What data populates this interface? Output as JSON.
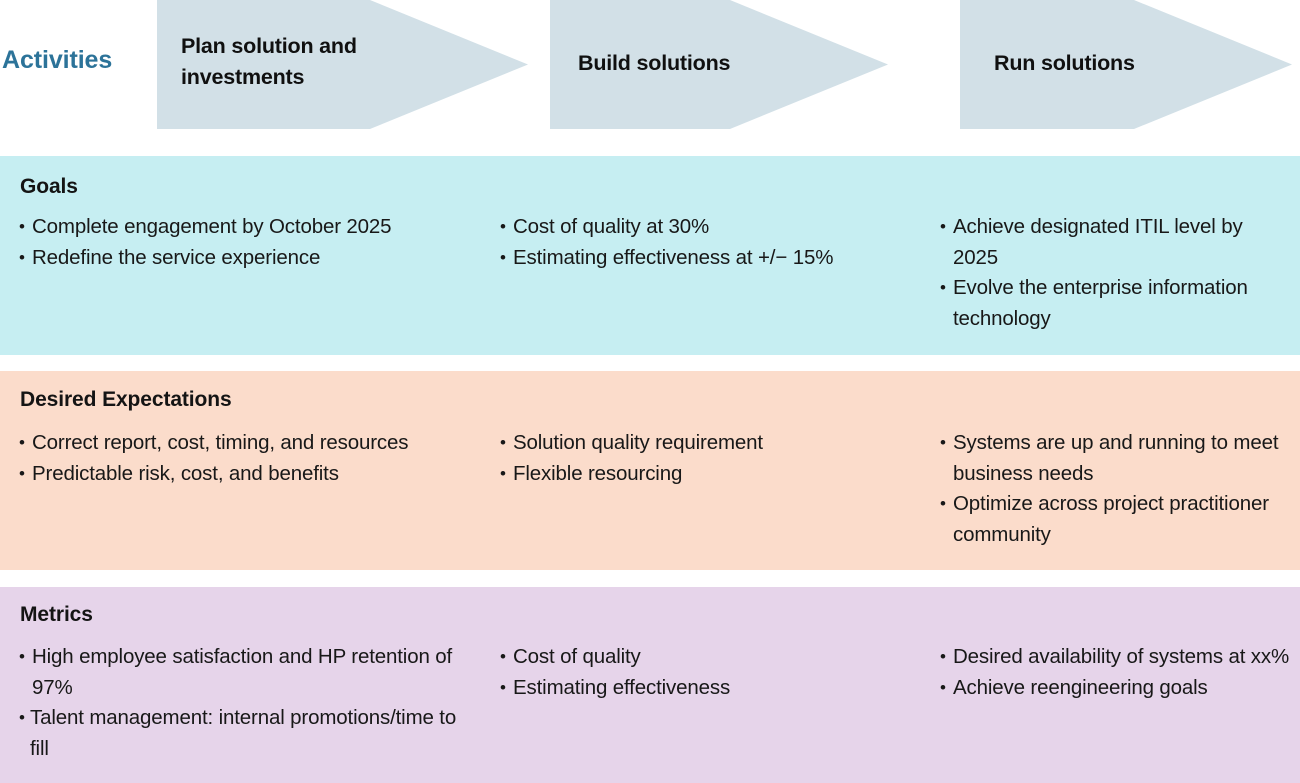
{
  "header": {
    "row_label": "Activities",
    "row_label_color": "#2c7399",
    "arrow_fill": "#d2e0e7",
    "stages": [
      {
        "label": "Plan solution and investments"
      },
      {
        "label": "Build solutions"
      },
      {
        "label": "Run solutions"
      }
    ]
  },
  "bands": [
    {
      "id": "goals",
      "title": "Goals",
      "background": "#c6eef2",
      "columns": [
        {
          "items": [
            "Complete engagement by October 2025",
            "Redefine the service experience"
          ]
        },
        {
          "items": [
            "Cost of quality at 30%",
            "Estimating effectiveness at +/− 15%"
          ]
        },
        {
          "items": [
            "Achieve designated ITIL level by 2025",
            "Evolve the enterprise information technology"
          ]
        }
      ]
    },
    {
      "id": "expectations",
      "title": "Desired Expectations",
      "background": "#fbdccb",
      "columns": [
        {
          "items": [
            "Correct report, cost, timing, and resources",
            "Predictable risk, cost, and benefits"
          ]
        },
        {
          "items": [
            "Solution quality requirement",
            "Flexible resourcing"
          ]
        },
        {
          "items": [
            "Systems are up and running to meet business needs",
            "Optimize across project practitioner community"
          ]
        }
      ]
    },
    {
      "id": "metrics",
      "title": "Metrics",
      "background": "#e6d4ea",
      "columns": [
        {
          "items": [
            "High employee satisfaction and HP retention of 97%",
            "Talent management: internal promotions/time to fill"
          ]
        },
        {
          "items": [
            "Cost of quality",
            "Estimating effectiveness"
          ]
        },
        {
          "items": [
            "Desired availability of systems at xx%",
            "Achieve reengineering goals"
          ]
        }
      ]
    }
  ]
}
